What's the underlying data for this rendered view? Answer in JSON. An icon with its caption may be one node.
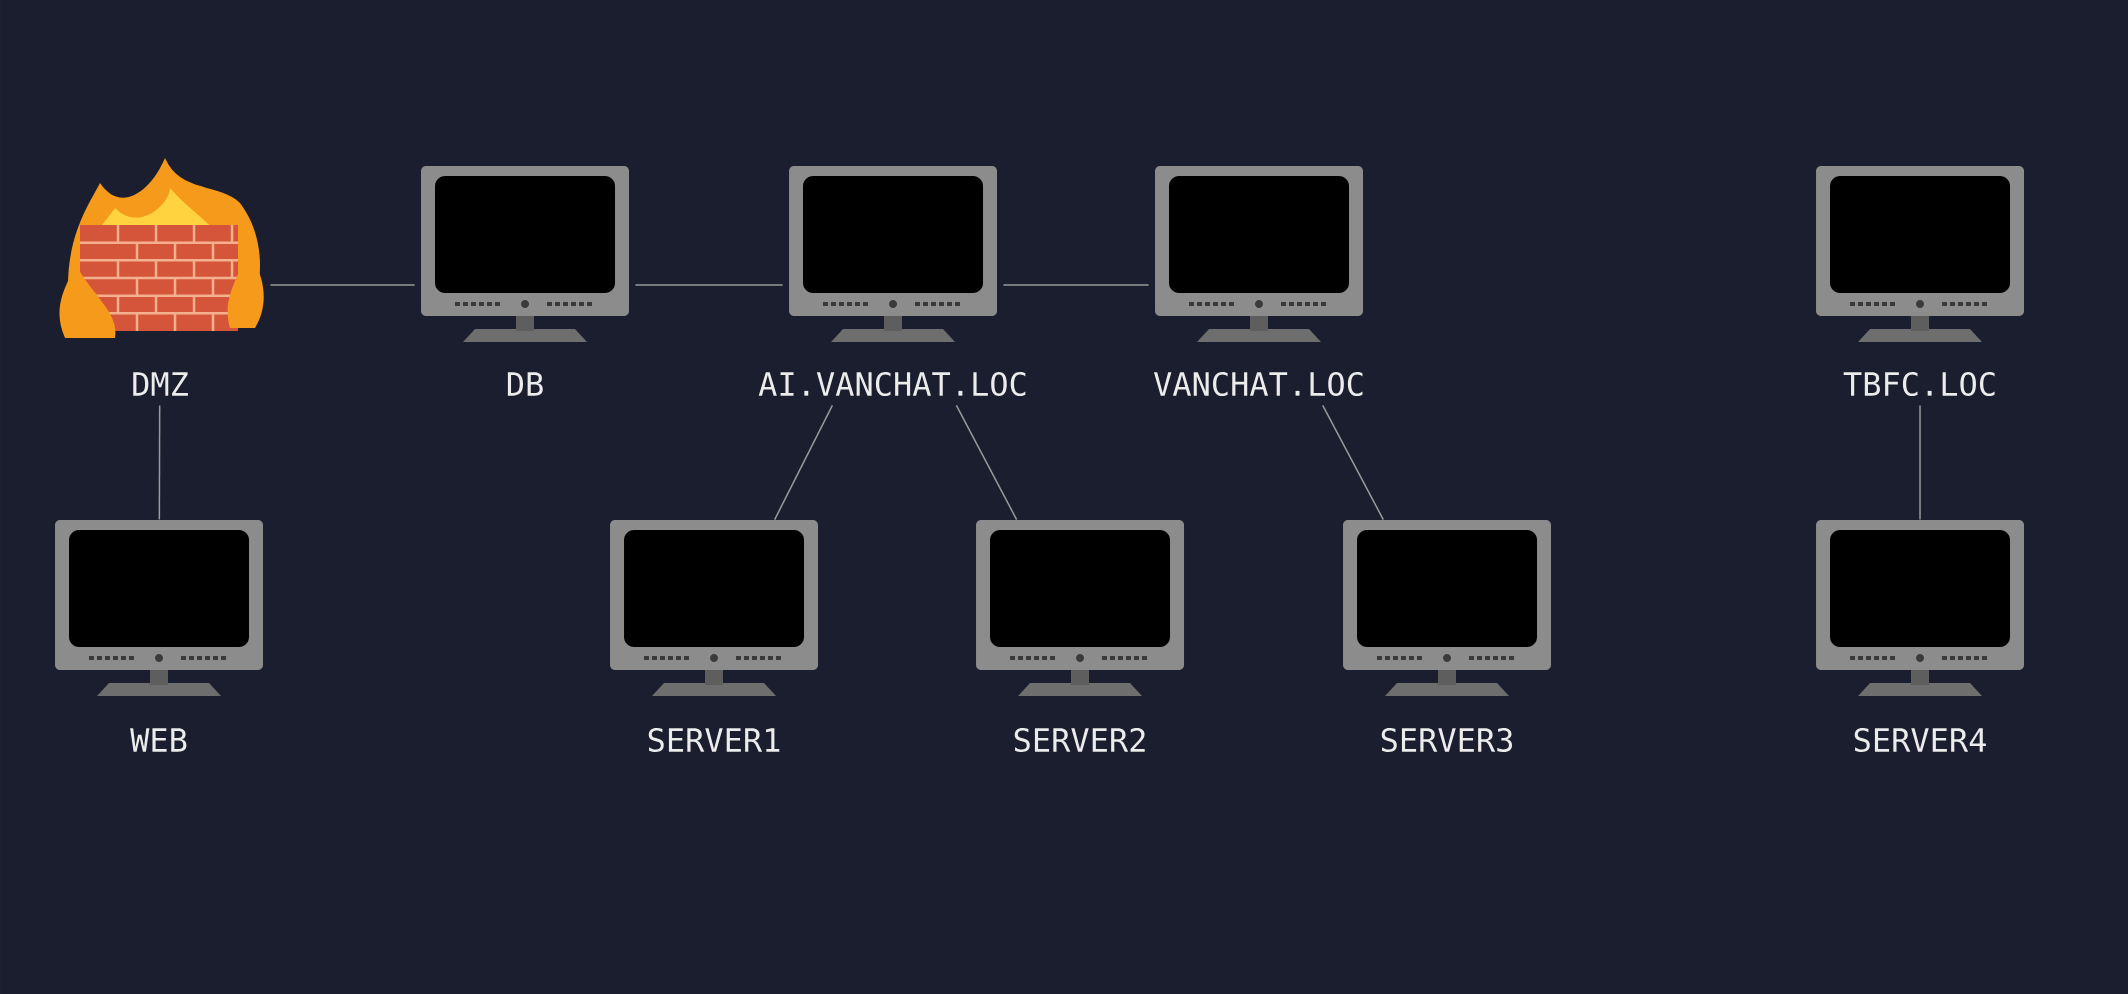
{
  "diagram": {
    "nodes": [
      {
        "text": [
          "DMZ"
        ]
      },
      {
        "text": [
          "DB"
        ]
      },
      {
        "text": [
          "AI.VANCHAT.LOC"
        ]
      },
      {
        "text": [
          "VANCHAT.LOC"
        ]
      },
      {
        "text": [
          "TBFC.LOC"
        ]
      },
      {
        "text": [
          "WEB"
        ]
      },
      {
        "text": [
          "SERVER1"
        ]
      },
      {
        "text": [
          "SERVER2"
        ]
      },
      {
        "text": [
          "SERVER3"
        ]
      },
      {
        "text": [
          "SERVER4"
        ]
      }
    ],
    "edges": [
      {
        "from": 0,
        "to": 1,
        "arrow": "none"
      },
      {
        "from": 1,
        "to": 2,
        "arrow": "none"
      },
      {
        "from": 2,
        "to": 3,
        "arrow": "none"
      },
      {
        "from": 0,
        "to": 5,
        "arrow": "none"
      },
      {
        "from": 2,
        "to": 6,
        "arrow": "none"
      },
      {
        "from": 2,
        "to": 7,
        "arrow": "none"
      },
      {
        "from": 3,
        "to": 8,
        "arrow": "none"
      },
      {
        "from": 4,
        "to": 9,
        "arrow": "none"
      }
    ]
  }
}
